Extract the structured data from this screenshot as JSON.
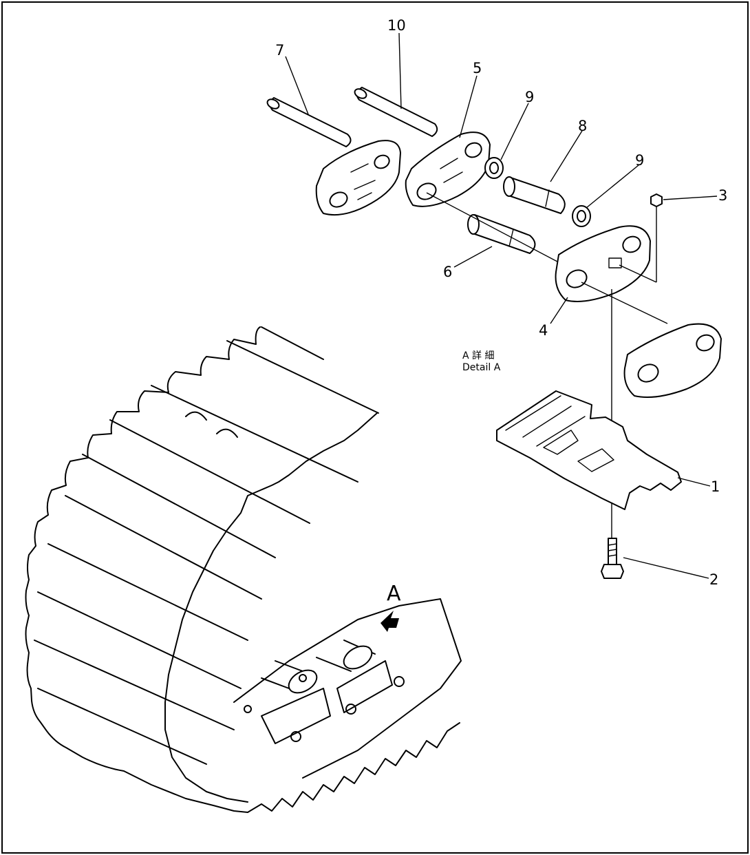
{
  "callouts": {
    "c1": "1",
    "c2": "2",
    "c3": "3",
    "c4": "4",
    "c5": "5",
    "c6": "6",
    "c7": "7",
    "c8": "8",
    "c9a": "9",
    "c9b": "9",
    "c10": "10"
  },
  "detail": {
    "line1": "A 詳 細",
    "line2": "Detail A",
    "view_letter": "A"
  }
}
